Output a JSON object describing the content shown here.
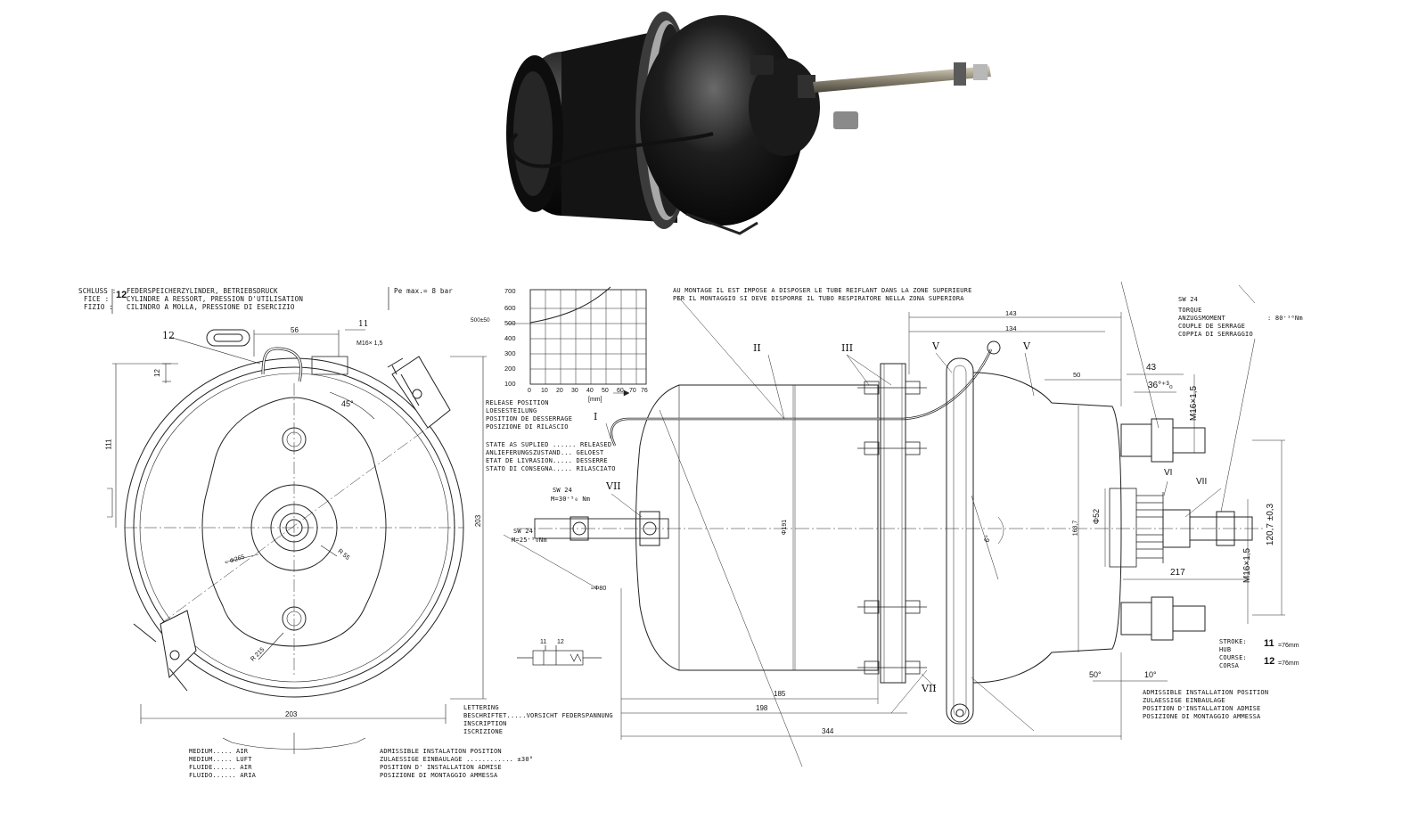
{
  "header": {
    "line1_prefix": "SCHLUSS :",
    "line2_prefix": "FICE    :",
    "line3_prefix": "FIZIO   :",
    "code": "12",
    "line1": "FEDERSPEICHERZYLINDER, BETRIEBSDRUCK",
    "line2": "CYLINDRE A RESSORT, PRESSION D'UTILISATION",
    "line3": "CILINDRO A MOLLA, PRESSIONE DI ESERCIZIO",
    "pmax": "Pe max.= 8 bar"
  },
  "chart": {
    "yticks": [
      "700",
      "600",
      "500",
      "400",
      "300",
      "200",
      "100"
    ],
    "xticks": [
      "0",
      "10",
      "20",
      "30",
      "40",
      "50",
      "60",
      "70",
      "76"
    ],
    "unit": "[mm]",
    "marker": "500±50"
  },
  "front_view": {
    "dims": [
      "56",
      "12",
      "111",
      "203",
      "203",
      "45°",
      "≈ Φ265",
      "R 55",
      "R 215"
    ],
    "labels": [
      "12",
      "11",
      "M16× 1,5"
    ]
  },
  "notes": {
    "montage1": "AU MONTAGE IL EST  IMPOSE A DISPOSER LE TUBE REIFLANT DANS LA ZONE SUPERIEURE",
    "montage2": "PER IL MONTAGGIO SI DEVE DISPORRE IL TUBO RESPIRATORE NELLA ZONA SUPERIORA",
    "release": [
      "RELEASE POSITION",
      "LOESESTEILUNG",
      "POSITION DE DESSERRAGE",
      "POSIZIONE DI RILASCIO"
    ],
    "state": [
      "STATE AS SUPLIED ...... RELEASED",
      "ANLIEFERUNGSZUSTAND... GELOEST",
      "ETAT DE LIVRASION..... DESSERRE",
      "STATO DI CONSEGNA..... RILASCIATO"
    ],
    "sw24a": "SW 24",
    "sw24a_m": "M=30⁺⁵₀ Nm",
    "sw24b": "SW 24",
    "sw24b_m": "M=25⁺⁵₀Nm",
    "lettering": [
      "LETTERING",
      "BESCHRIFTET.....VORSICHT FEDERSPANNUNG",
      "INSCRIPTION",
      "ISCRIZIONE"
    ],
    "medium": [
      "MEDIUM..... AIR",
      "MEDIUM..... LUFT",
      "FLUIDE...... AIR",
      "FLUIDO...... ARIA"
    ],
    "install1": [
      "ADMISSIBLE INSTALATION POSITION",
      "ZULAESSIGE EINBAULAGE ............ ±30°",
      "POSITION D' INSTALLATION ADMISE",
      "POSIZIONE DI MONTAGGIO AMMESSA"
    ],
    "install2": [
      "ADMISSIBLE INSTALLATION POSITION",
      "ZULAESSIGE EINBAULAGE",
      "POSITION D'INSTALLATION ADMISE",
      "POSIZIONE DI MONTAGGIO AMMESSA"
    ],
    "torque": [
      "SW 24",
      "TORQUE",
      "ANZUGSMOMENT",
      "COUPLE DE SERRAGE",
      "COPPIA DI SERRAGGIO"
    ],
    "torque_val": ": 80⁺¹⁰Nm",
    "stroke": [
      "STROKE:",
      "HUB",
      "COURSE:",
      "CORSA"
    ],
    "stroke_codes": [
      "11",
      "12"
    ],
    "stroke_vals": [
      "=76mm",
      "=76mm"
    ]
  },
  "side_view": {
    "roman": [
      "I",
      "II",
      "III",
      "V",
      "V",
      "VI",
      "VII",
      "VII",
      "VII"
    ],
    "dims": [
      "143",
      "134",
      "50",
      "43",
      "36°⁺³₀",
      "M16×1,5",
      "M16×1,5",
      "Φ191",
      "Φ52",
      "163,7",
      "120,7 ±0,3",
      "217",
      "6°",
      "185",
      "198",
      "344",
      "≈Φ80",
      "50°",
      "10°"
    ],
    "symbol_labels": [
      "11",
      "12"
    ]
  }
}
